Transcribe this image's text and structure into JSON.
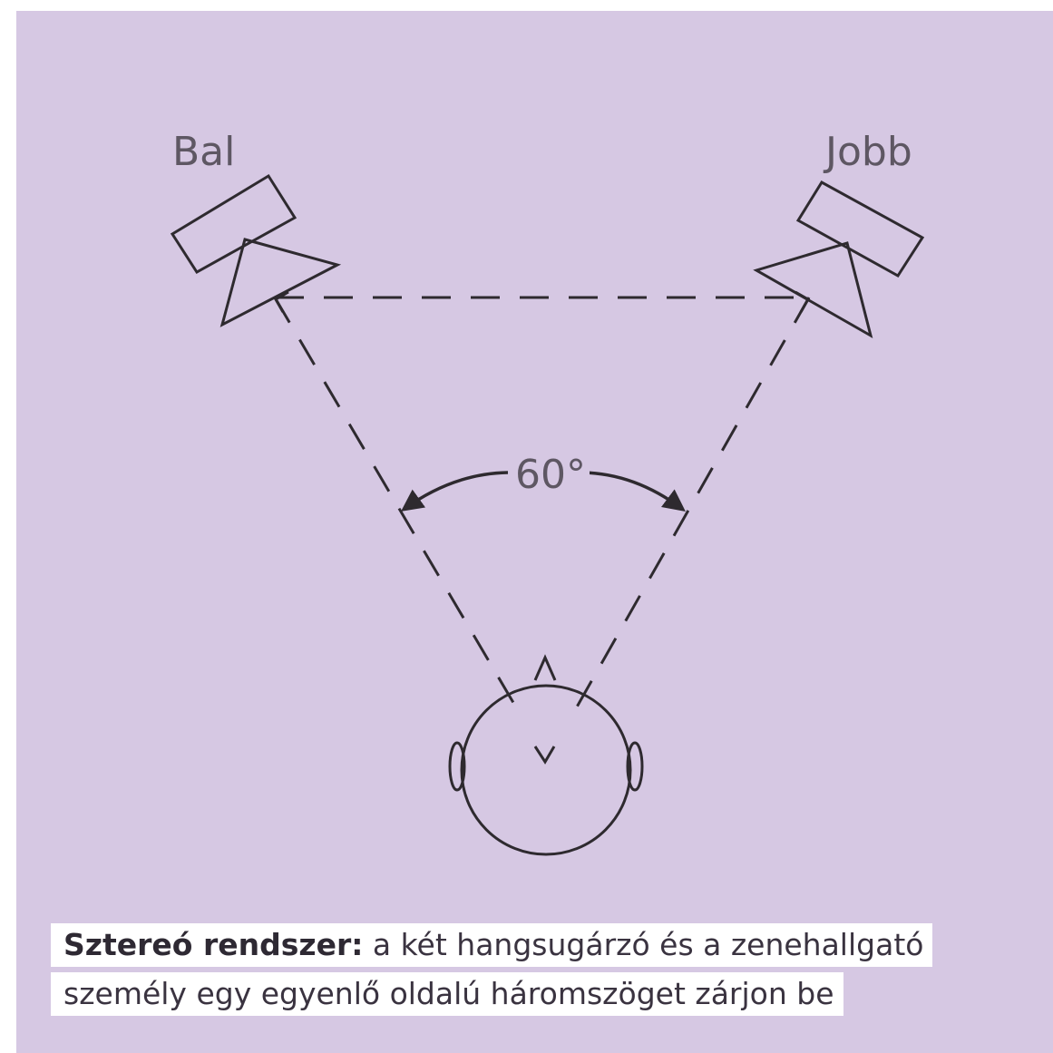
{
  "labels": {
    "left_speaker": "Bal",
    "right_speaker": "Jobb",
    "angle": "60°"
  },
  "caption": {
    "title": "Sztereó rendszer:",
    "line1": " a két hangsugárzó és a zenehallgató",
    "line2": "személy egy egyenlő oldalú háromszöget zárjon be"
  },
  "colors": {
    "background": "#d6c8e3",
    "stroke": "#2e2a2f",
    "label_text": "#5e5763",
    "caption_background": "#ffffff"
  }
}
